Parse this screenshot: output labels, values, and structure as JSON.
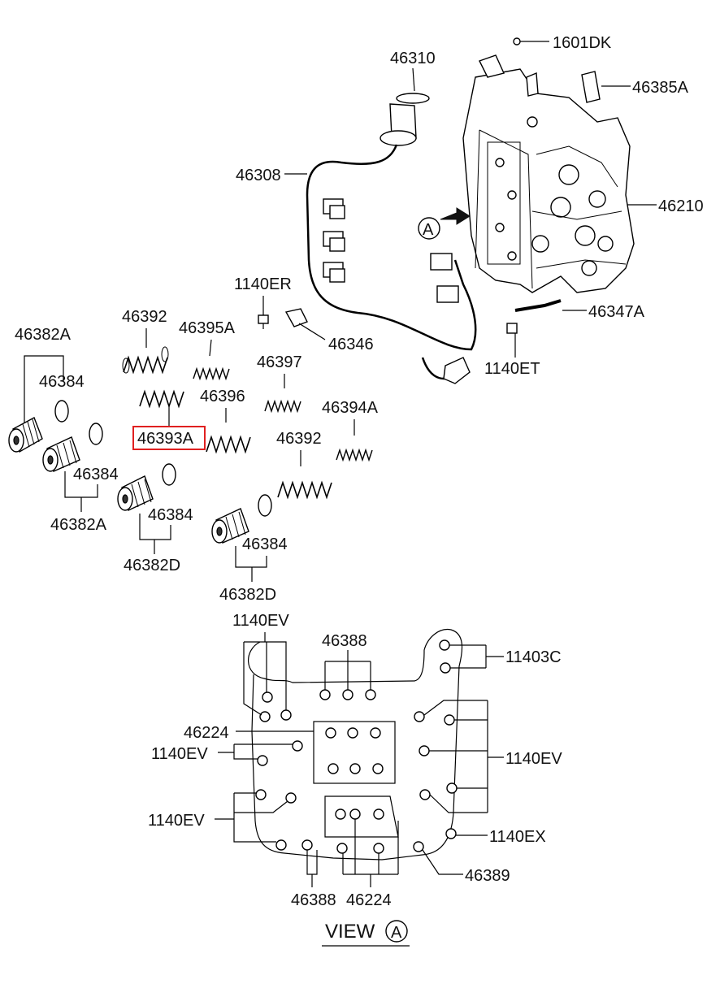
{
  "labels": {
    "l1601DK": "1601DK",
    "l46310": "46310",
    "l46385A": "46385A",
    "l46308": "46308",
    "l46210": "46210",
    "lA_callout": "A",
    "l1140ER": "1140ER",
    "l46346": "46346",
    "l46347A": "46347A",
    "l1140ET": "1140ET",
    "l46392_a": "46392",
    "l46395A": "46395A",
    "l46382A_a": "46382A",
    "l46384_a": "46384",
    "l46397": "46397",
    "l46396": "46396",
    "l46394A": "46394A",
    "l46393A": "46393A",
    "l46392_b": "46392",
    "l46384_b": "46384",
    "l46382A_b": "46382A",
    "l46384_c": "46384",
    "l46382D_a": "46382D",
    "l46384_d": "46384",
    "l46382D_b": "46382D",
    "l1140EV_top": "1140EV",
    "l46388_top": "46388",
    "l11403C": "11403C",
    "l46224_left": "46224",
    "l1140EV_left1": "1140EV",
    "l1140EV_right": "1140EV",
    "l1140EV_left2": "1140EV",
    "l1140EX": "1140EX",
    "l46389": "46389",
    "l46388_bottom": "46388",
    "l46224_bottom": "46224",
    "view_text": "VIEW",
    "view_circle": "A"
  },
  "highlight_color": "#e02020"
}
